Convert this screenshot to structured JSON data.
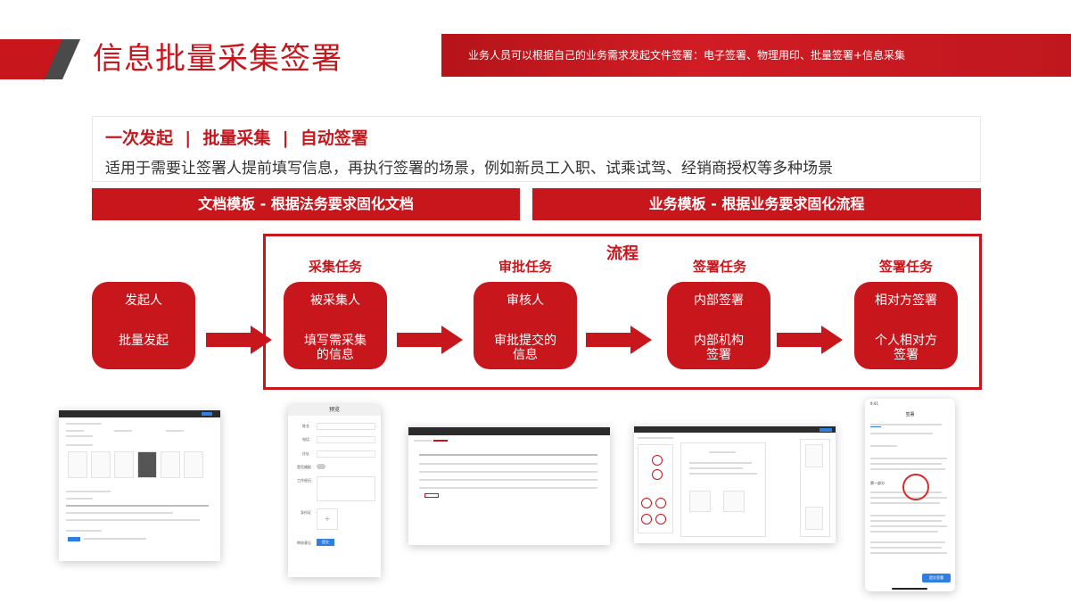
{
  "header": {
    "title": "信息批量采集签署",
    "subtitle": "业务人员可以根据自己的业务需求发起文件签署：电子签署、物理用印、批量签署+信息采集"
  },
  "intro": {
    "headline": "一次发起  |  批量采集  |  自动签署",
    "description": "适用于需要让签署人提前填写信息，再执行签署的场景，例如新员工入职、试乘试驾、经销商授权等多种场景"
  },
  "bars": {
    "left": "文档模板 - 根据法务要求固化文档",
    "right": "业务模板 - 根据业务要求固化流程"
  },
  "flow": {
    "label": "流程",
    "start": {
      "top": "发起人",
      "bottom": "批量发起"
    },
    "tasks": [
      {
        "title": "采集任务",
        "top": "被采集人",
        "bottom": "填写需采集\n的信息"
      },
      {
        "title": "审批任务",
        "top": "审核人",
        "bottom": "审批提交的\n信息"
      },
      {
        "title": "签署任务",
        "top": "内部签署",
        "bottom": "内部机构\n签署"
      },
      {
        "title": "签署任务",
        "top": "相对方签署",
        "bottom": "个人相对方\n签署"
      }
    ]
  },
  "colors": {
    "accent": "#c8161d",
    "dark": "#4a4a4a",
    "blue": "#2f7fe0"
  },
  "screens": {
    "form_preview": {
      "title": "预览",
      "fields": [
        "姓名",
        "电话",
        "住址",
        "是否婚配",
        "工作经历",
        "身份证",
        "审核意见"
      ],
      "submit": "提交"
    },
    "mobile": {
      "time": "9:41",
      "title": "签署",
      "section": "第一部分",
      "submit": "提交签署"
    }
  }
}
